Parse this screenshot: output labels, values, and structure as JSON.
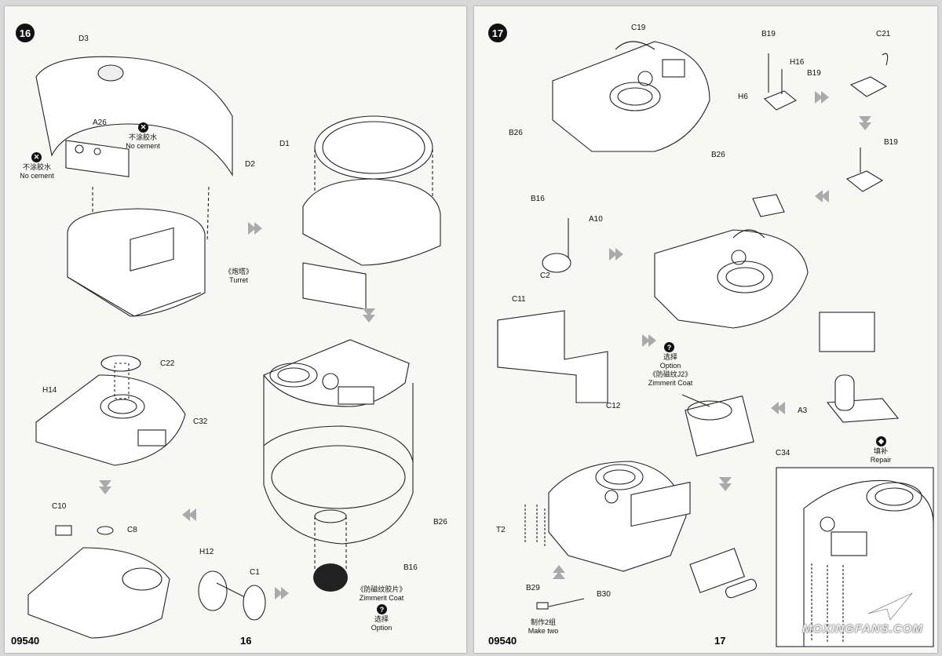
{
  "left_page": {
    "step": "16",
    "code": "09540",
    "page_number": "16",
    "labels": {
      "d3": "D3",
      "a26": "A26",
      "d2": "D2",
      "d1": "D1",
      "no_cement_cn": "不涂胶水",
      "no_cement_en": "No cement",
      "turret_cn": "《炮塔》",
      "turret_en": "Turret",
      "c22": "C22",
      "h14": "H14",
      "c32": "C32",
      "c10": "C10",
      "c8": "C8",
      "h12": "H12",
      "c1": "C1",
      "b26": "B26",
      "b16": "B16",
      "zimmerit_cn": "《防磁纹胶片》",
      "zimmerit_en": "Zimmerit Coat",
      "option_cn": "选择",
      "option_en": "Option"
    }
  },
  "right_page": {
    "step": "17",
    "code": "09540",
    "page_number": "17",
    "labels": {
      "c19": "C19",
      "b19": "B19",
      "c21": "C21",
      "h16": "H16",
      "h6": "H6",
      "b26": "B26",
      "b16": "B16",
      "a10": "A10",
      "c2": "C2",
      "c11": "C11",
      "c12": "C12",
      "a3": "A3",
      "c34": "C34",
      "t2": "T2",
      "b29": "B29",
      "b30": "B30",
      "option_cn": "选择",
      "option_en": "Option",
      "zimmerit_cn": "《防磁纹J2》",
      "zimmerit_en": "Zimmerit Coat",
      "repair_cn": "填补",
      "repair_en": "Repair",
      "make_two_cn": "制作2组",
      "make_two_en": "Make two"
    }
  },
  "watermark": "MOXINGFANS.COM"
}
